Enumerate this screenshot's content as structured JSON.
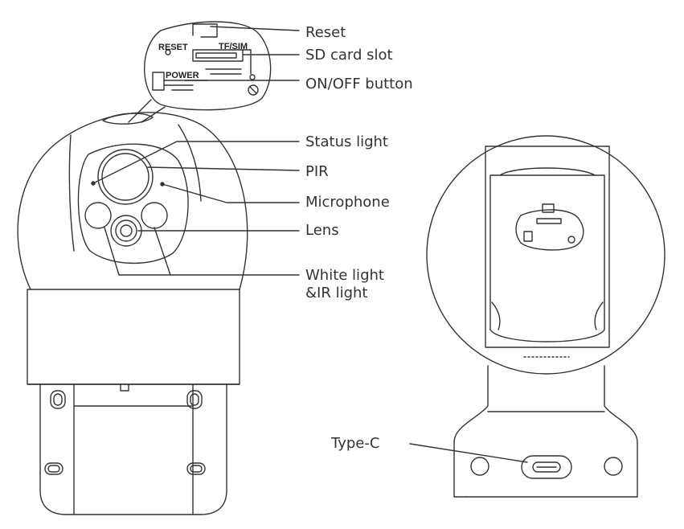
{
  "callouts": {
    "reset": "Reset",
    "sd_card_slot": "SD card slot",
    "on_off_button": "ON/OFF button",
    "status_light": "Status light",
    "pir": "PIR",
    "microphone": "Microphone",
    "lens": "Lens",
    "white_light_line1": "White light",
    "white_light_line2": "&IR light",
    "type_c": "Type-C"
  },
  "device_markings": {
    "reset": "RESET",
    "tf_sim": "TF/SIM",
    "power": "POWER"
  },
  "colors": {
    "line": "#333333",
    "background": "#ffffff"
  }
}
